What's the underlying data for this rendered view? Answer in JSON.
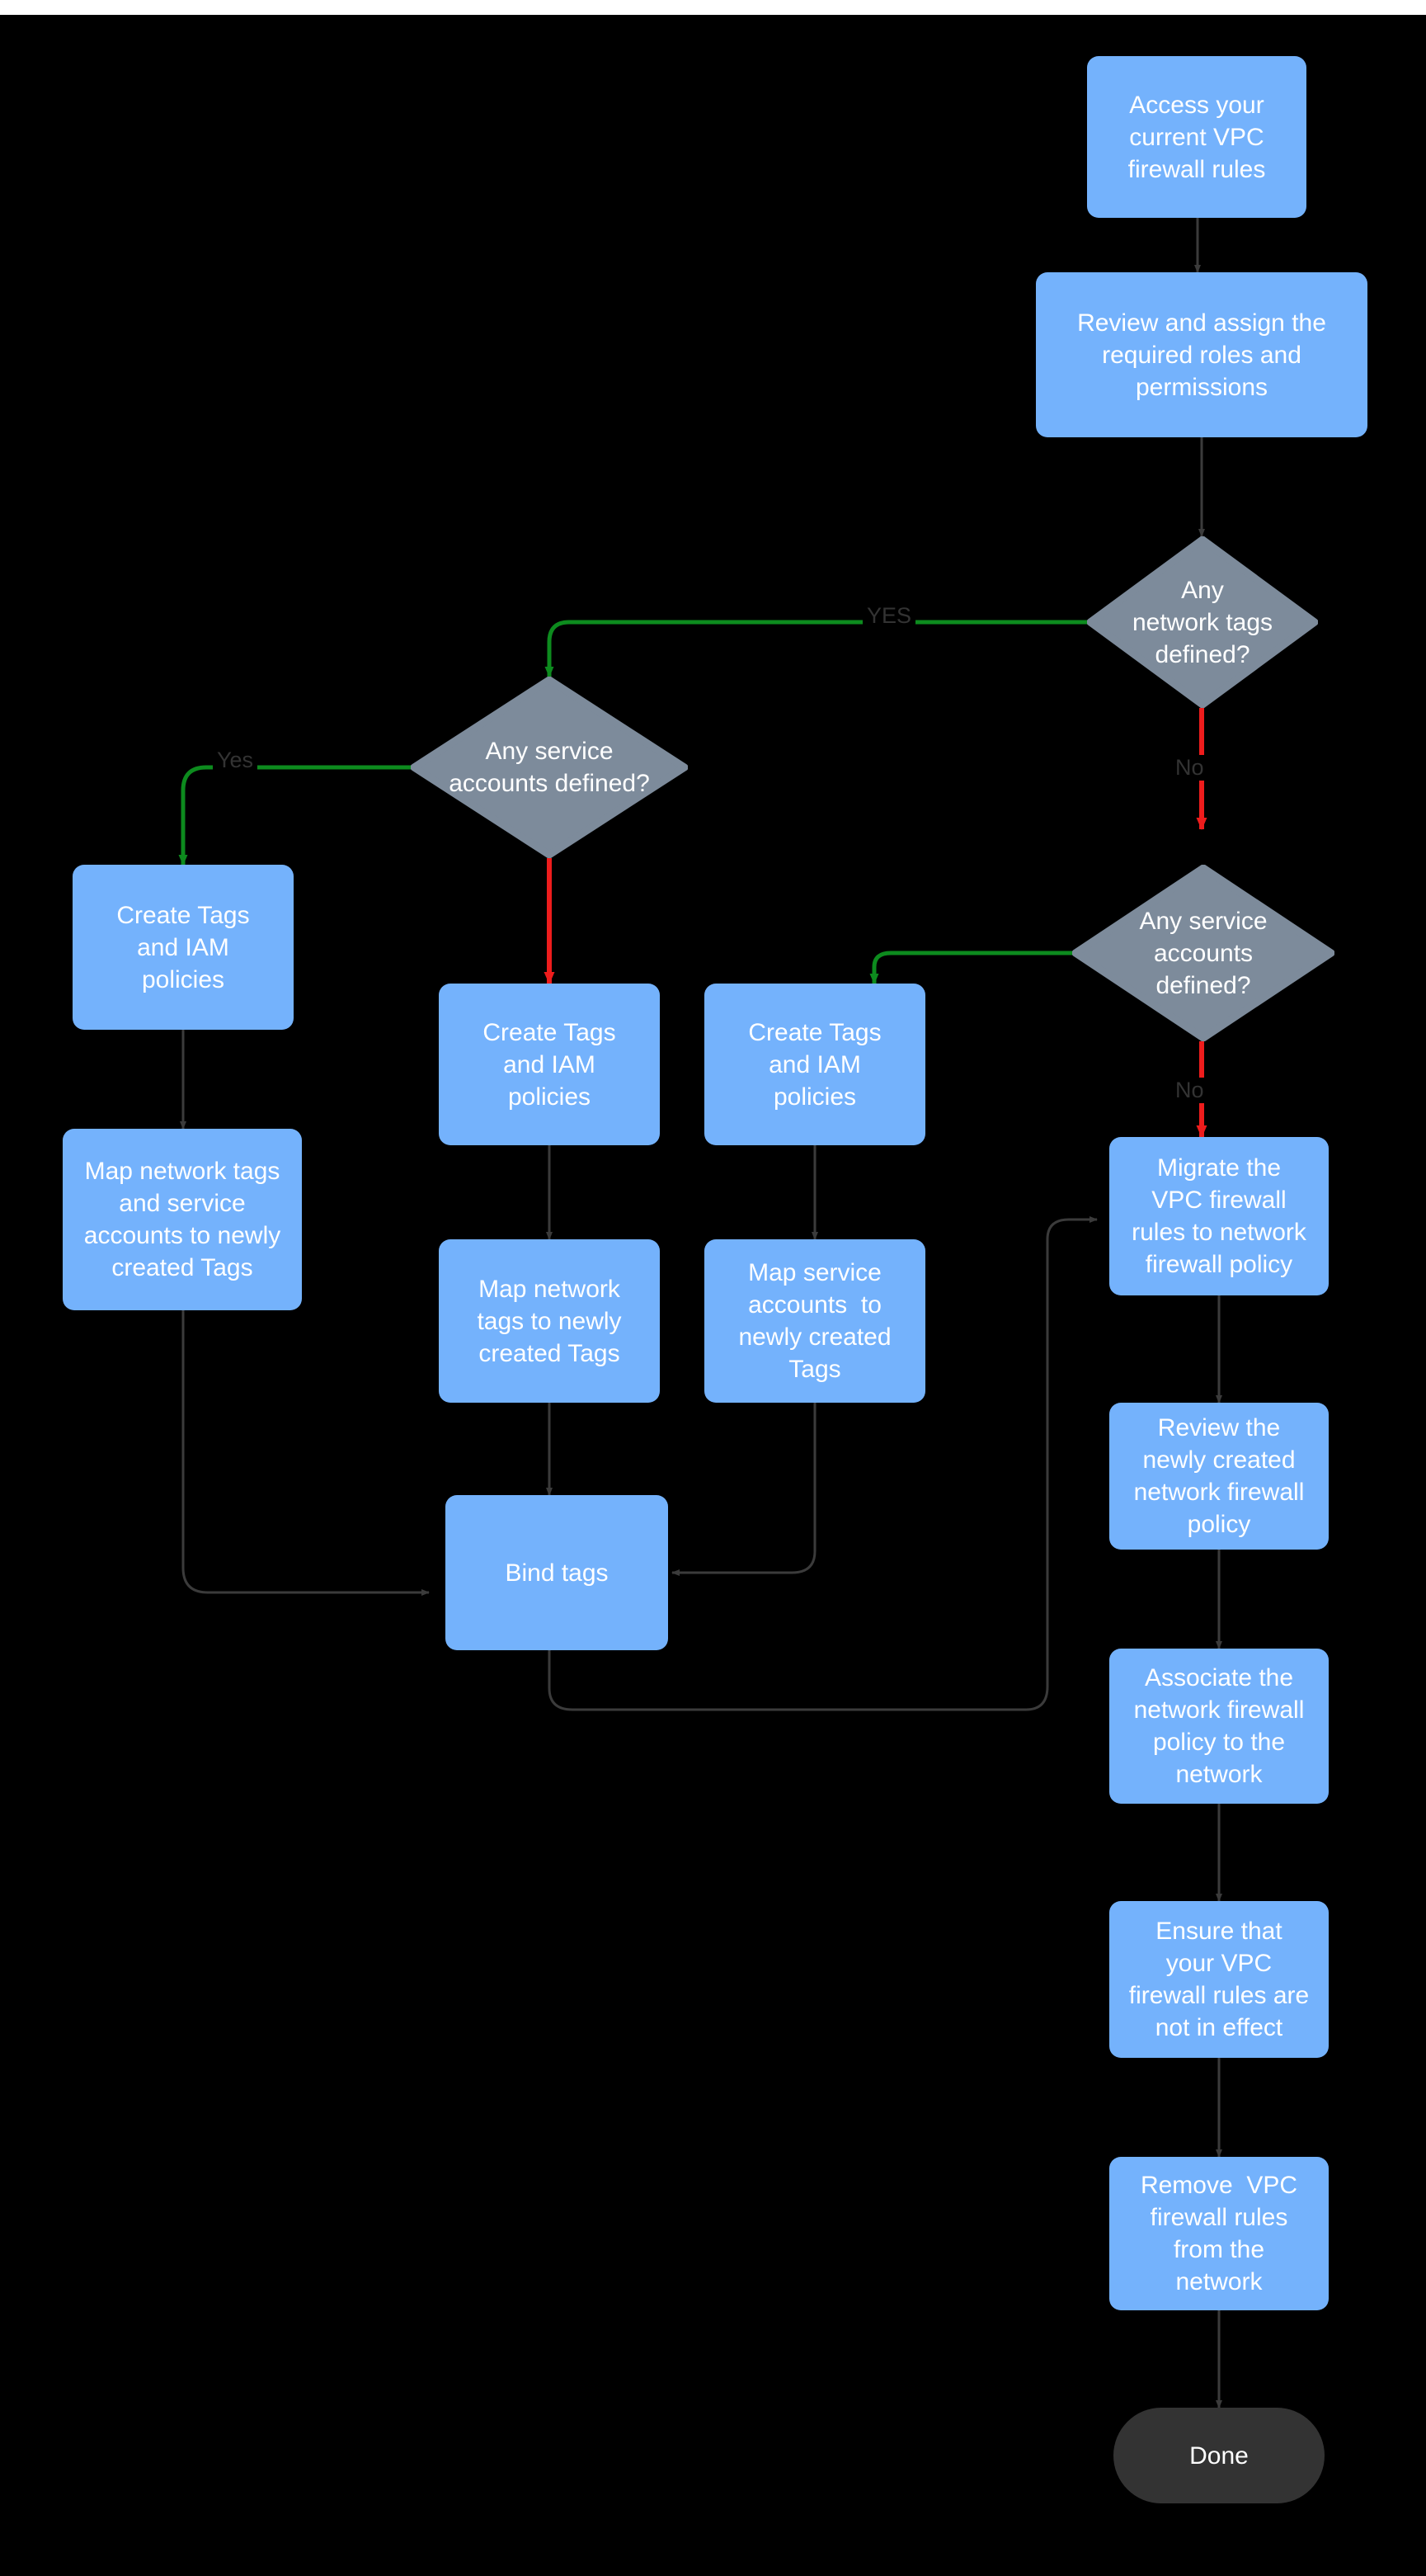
{
  "diagram": {
    "title": "VPC firewall rules to network firewall policy migration flowchart",
    "background": "#000000",
    "colors": {
      "process_fill": "#74b2fc",
      "decision_fill": "#7d8b9b",
      "terminal_fill": "#333333",
      "node_text": "#ffffff",
      "edge_default": "#3b3b3b",
      "edge_yes": "#0d8b1e",
      "edge_no": "#ee1c1c",
      "edge_label_text": "#333333"
    }
  },
  "nodes": {
    "access_rules": {
      "label": "Access your\ncurrent VPC\nfirewall rules",
      "shape": "process"
    },
    "review_roles": {
      "label": "Review and assign the\nrequired roles and\npermissions",
      "shape": "process"
    },
    "decision_network_tags": {
      "label": "Any\nnetwork tags\ndefined?",
      "shape": "decision"
    },
    "decision_service_accounts_left": {
      "label": "Any service\naccounts defined?",
      "shape": "decision"
    },
    "decision_service_accounts_right": {
      "label": "Any service\naccounts\ndefined?",
      "shape": "decision"
    },
    "create_tags_left": {
      "label": "Create Tags\nand IAM\npolicies",
      "shape": "process"
    },
    "create_tags_mid": {
      "label": "Create Tags\nand IAM\npolicies",
      "shape": "process"
    },
    "create_tags_mid2": {
      "label": "Create Tags\nand IAM\npolicies",
      "shape": "process"
    },
    "map_both": {
      "label": "Map network tags\nand service\naccounts to newly\ncreated Tags",
      "shape": "process"
    },
    "map_network_tags": {
      "label": "Map network\ntags to newly\ncreated Tags",
      "shape": "process"
    },
    "map_service_accounts": {
      "label": "Map service\naccounts  to\nnewly created\nTags",
      "shape": "process"
    },
    "bind_tags": {
      "label": "Bind tags",
      "shape": "process"
    },
    "migrate_rules": {
      "label": "Migrate the\nVPC firewall\nrules to network\nfirewall policy",
      "shape": "process"
    },
    "review_policy": {
      "label": "Review the\nnewly created\nnetwork firewall\npolicy",
      "shape": "process"
    },
    "associate_policy": {
      "label": "Associate the\nnetwork firewall\npolicy to the\nnetwork",
      "shape": "process"
    },
    "ensure_not_effect": {
      "label": "Ensure that\nyour VPC\nfirewall rules are\nnot in effect",
      "shape": "process"
    },
    "remove_rules": {
      "label": "Remove  VPC\nfirewall rules\nfrom the\nnetwork",
      "shape": "process"
    },
    "done": {
      "label": "Done",
      "shape": "terminal"
    }
  },
  "edge_labels": {
    "network_tags_yes": "YES",
    "network_tags_no": "No",
    "service_accounts_left_yes": "Yes",
    "service_accounts_right_no": "No"
  },
  "edges": [
    {
      "from": "access_rules",
      "to": "review_roles",
      "label": "",
      "color": "default"
    },
    {
      "from": "review_roles",
      "to": "decision_network_tags",
      "label": "",
      "color": "default"
    },
    {
      "from": "decision_network_tags",
      "to": "decision_service_accounts_left",
      "label": "YES",
      "color": "yes"
    },
    {
      "from": "decision_network_tags",
      "to": "decision_service_accounts_right",
      "label": "No",
      "color": "no"
    },
    {
      "from": "decision_service_accounts_left",
      "to": "create_tags_left",
      "label": "Yes",
      "color": "yes"
    },
    {
      "from": "decision_service_accounts_left",
      "to": "create_tags_mid",
      "label": "",
      "color": "no"
    },
    {
      "from": "decision_service_accounts_right",
      "to": "create_tags_mid2",
      "label": "",
      "color": "yes"
    },
    {
      "from": "decision_service_accounts_right",
      "to": "migrate_rules",
      "label": "No",
      "color": "no"
    },
    {
      "from": "create_tags_left",
      "to": "map_both",
      "label": "",
      "color": "default"
    },
    {
      "from": "create_tags_mid",
      "to": "map_network_tags",
      "label": "",
      "color": "default"
    },
    {
      "from": "create_tags_mid2",
      "to": "map_service_accounts",
      "label": "",
      "color": "default"
    },
    {
      "from": "map_both",
      "to": "bind_tags",
      "label": "",
      "color": "default"
    },
    {
      "from": "map_network_tags",
      "to": "bind_tags",
      "label": "",
      "color": "default"
    },
    {
      "from": "map_service_accounts",
      "to": "bind_tags",
      "label": "",
      "color": "default"
    },
    {
      "from": "bind_tags",
      "to": "migrate_rules",
      "label": "",
      "color": "default"
    },
    {
      "from": "migrate_rules",
      "to": "review_policy",
      "label": "",
      "color": "default"
    },
    {
      "from": "review_policy",
      "to": "associate_policy",
      "label": "",
      "color": "default"
    },
    {
      "from": "associate_policy",
      "to": "ensure_not_effect",
      "label": "",
      "color": "default"
    },
    {
      "from": "ensure_not_effect",
      "to": "remove_rules",
      "label": "",
      "color": "default"
    },
    {
      "from": "remove_rules",
      "to": "done",
      "label": "",
      "color": "default"
    }
  ]
}
